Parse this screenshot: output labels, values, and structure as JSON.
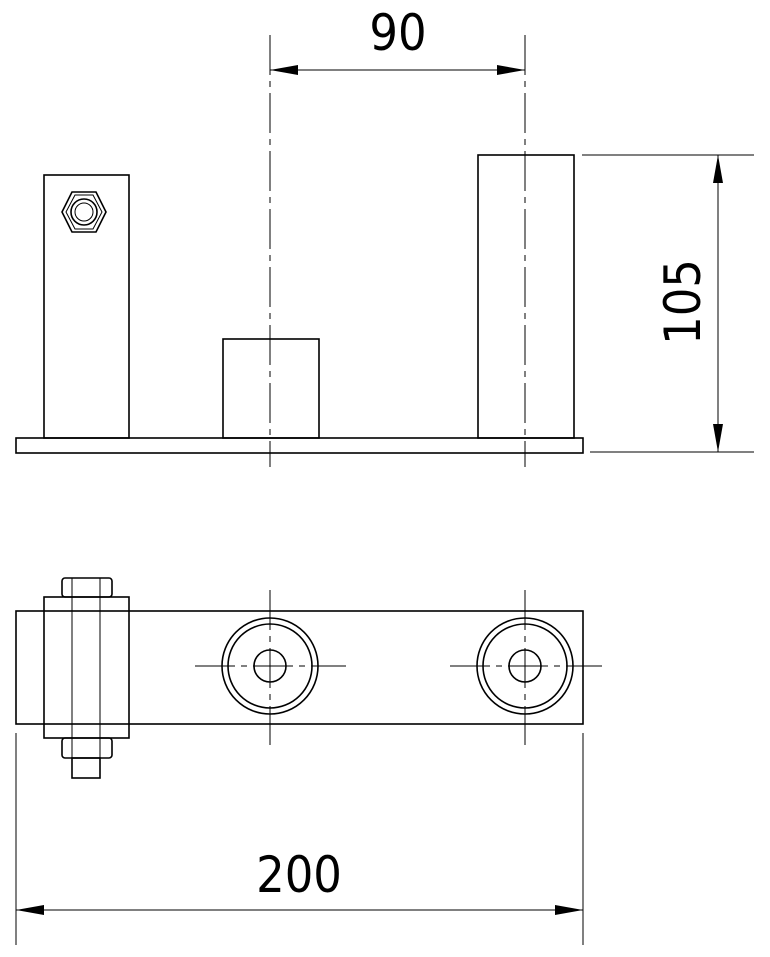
{
  "drawing": {
    "dimensions": {
      "top_spacing": "90",
      "height": "105",
      "width": "200"
    }
  }
}
